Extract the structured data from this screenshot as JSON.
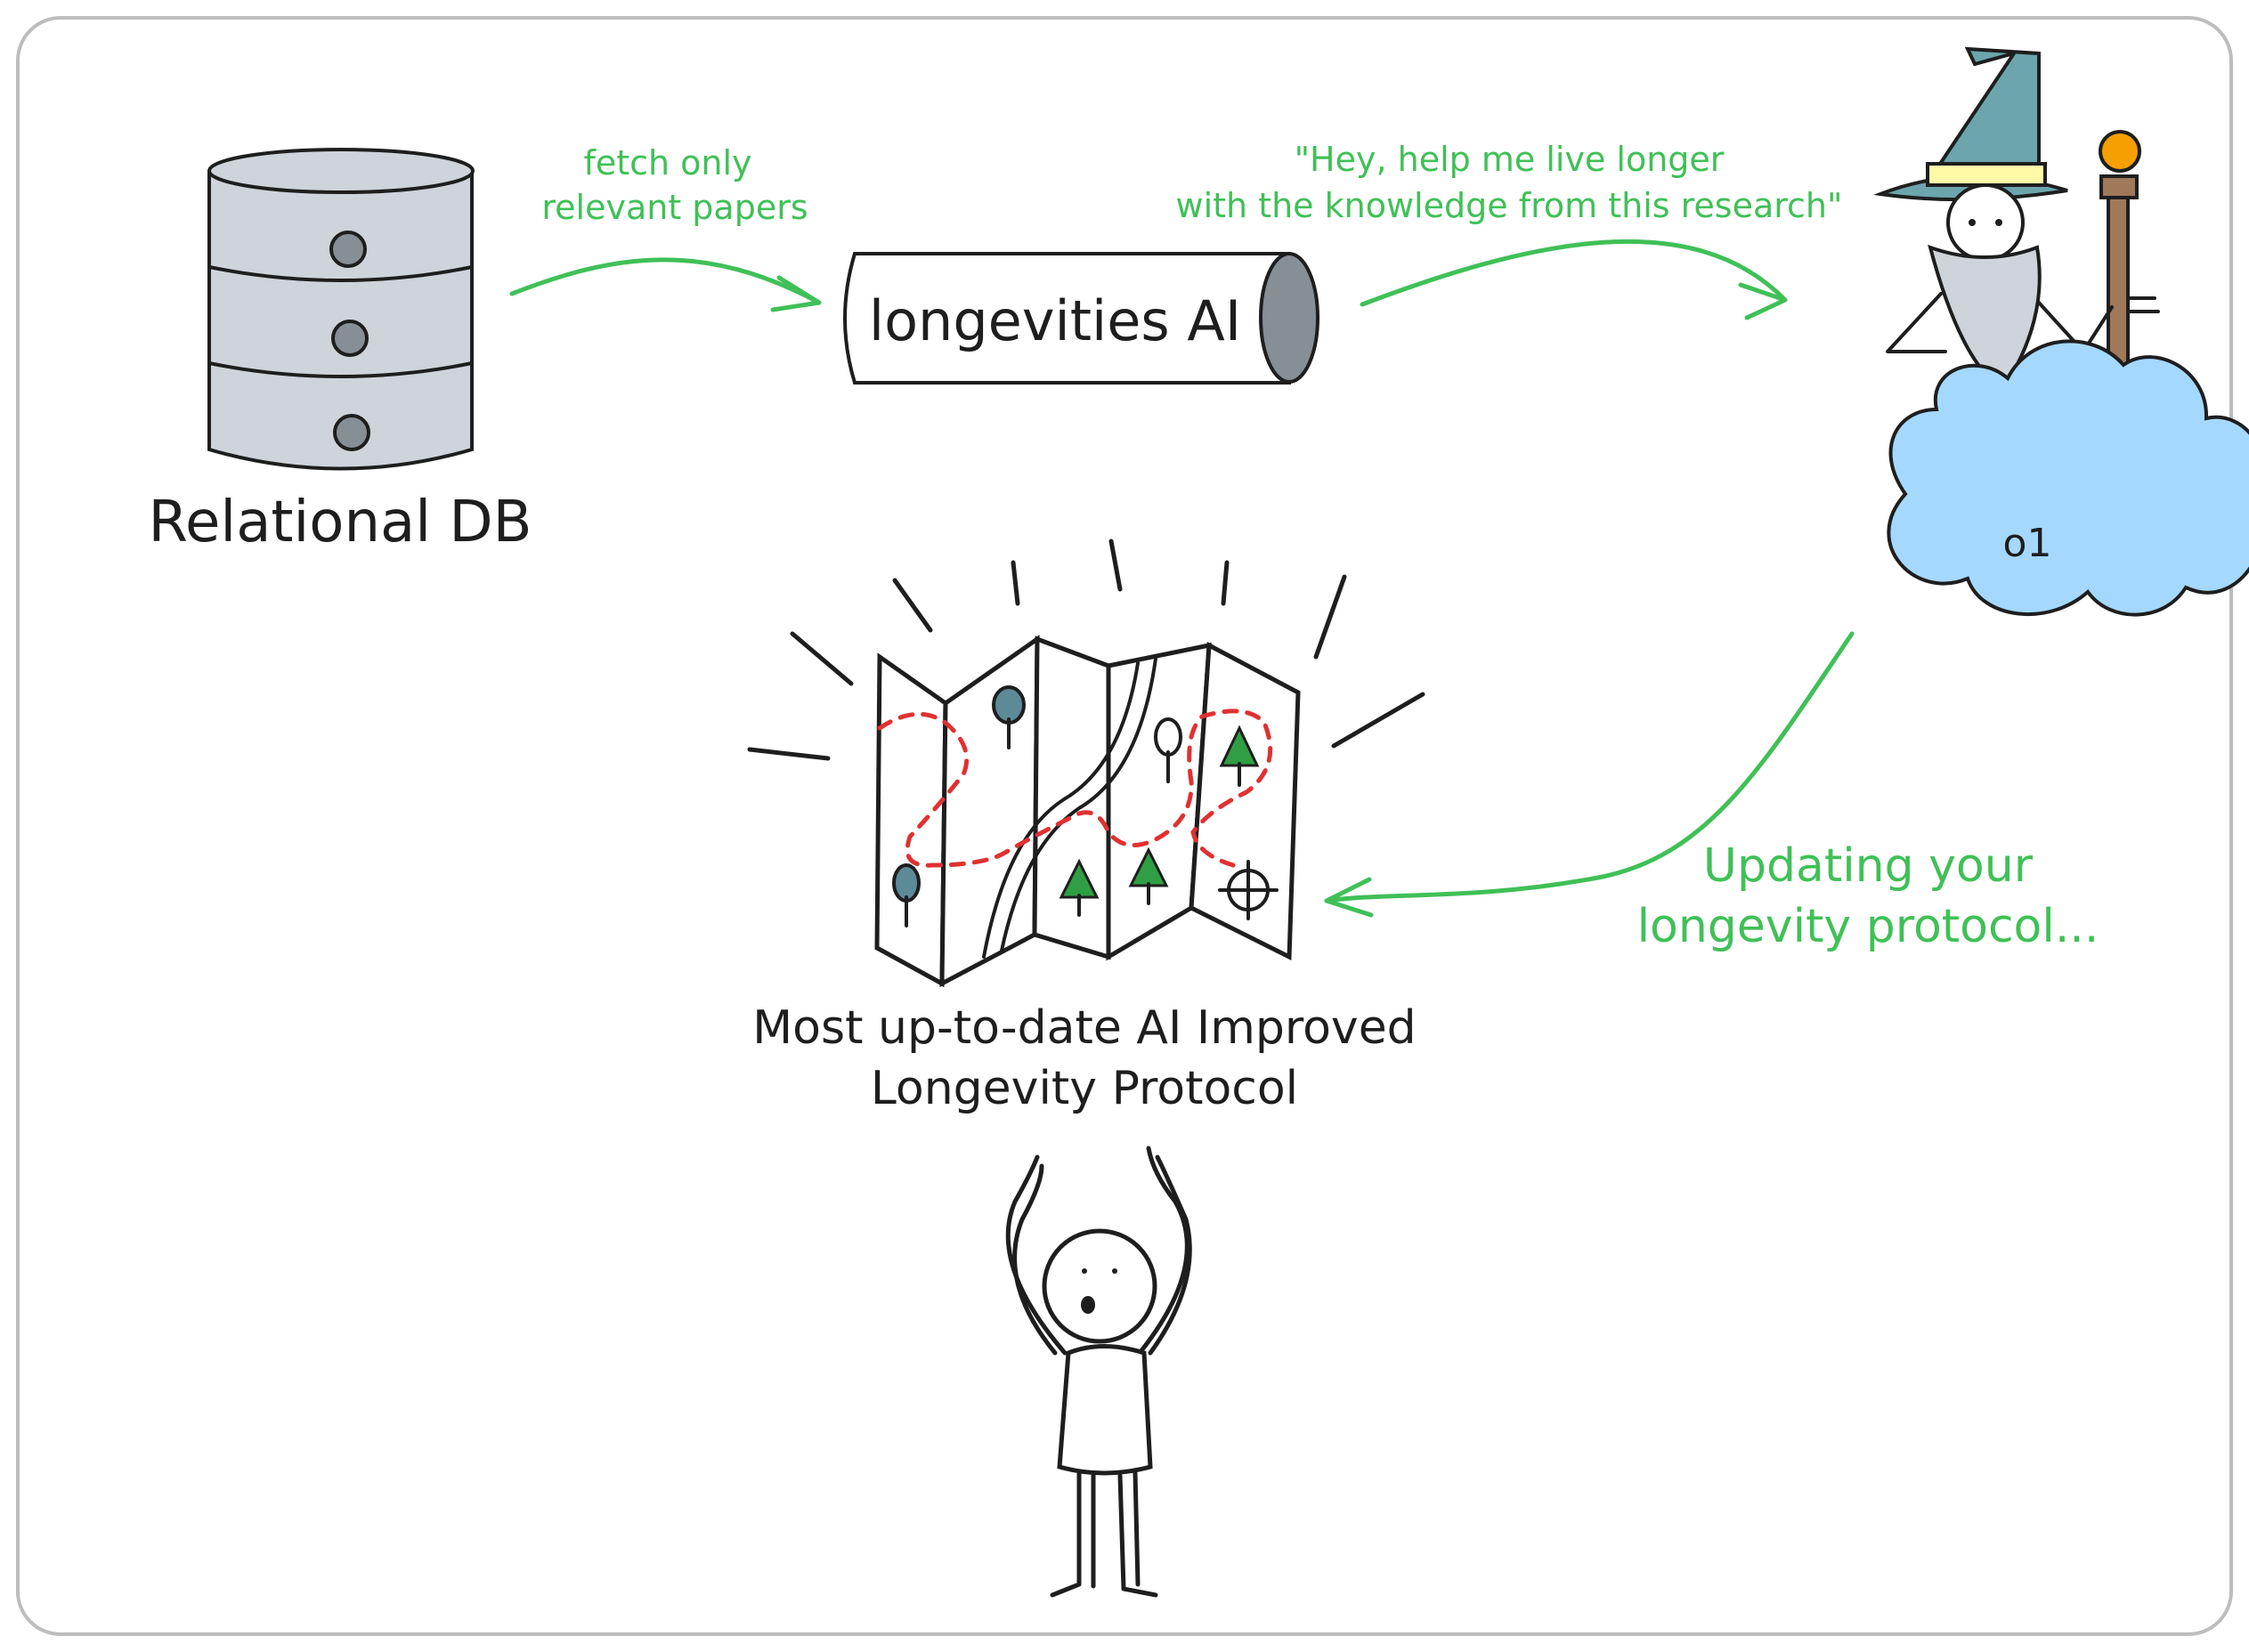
{
  "nodes": {
    "database_label": "Relational DB",
    "ai_label": "longevities AI",
    "model_label": "o1",
    "protocol_label_line1": "Most up-to-date AI Improved",
    "protocol_label_line2": "Longevity Protocol"
  },
  "edges": {
    "db_to_ai_line1": "fetch only",
    "db_to_ai_line2": "relevant papers",
    "ai_to_model_line1": "\"Hey, help me live longer",
    "ai_to_model_line2": "with the knowledge from this research\"",
    "model_to_protocol_line1": "Updating your",
    "model_to_protocol_line2": "longevity protocol..."
  },
  "colors": {
    "ink": "#1e1e1e",
    "arrow_green": "#40c057",
    "db_fill": "#ced4da",
    "db_dot": "#868e96",
    "cloud_fill": "#a5d8ff",
    "hat_fill": "#6ca5ad",
    "hat_band": "#fff9a8",
    "staff_orb": "#f59f00",
    "staff_wood": "#a0785a",
    "route_red": "#e03131",
    "tree_green": "#2f9e44",
    "tree_blue": "#5c8a96"
  },
  "icons": [
    "database-icon",
    "pipe-icon",
    "wizard-icon",
    "cloud-icon",
    "map-icon",
    "person-icon"
  ]
}
